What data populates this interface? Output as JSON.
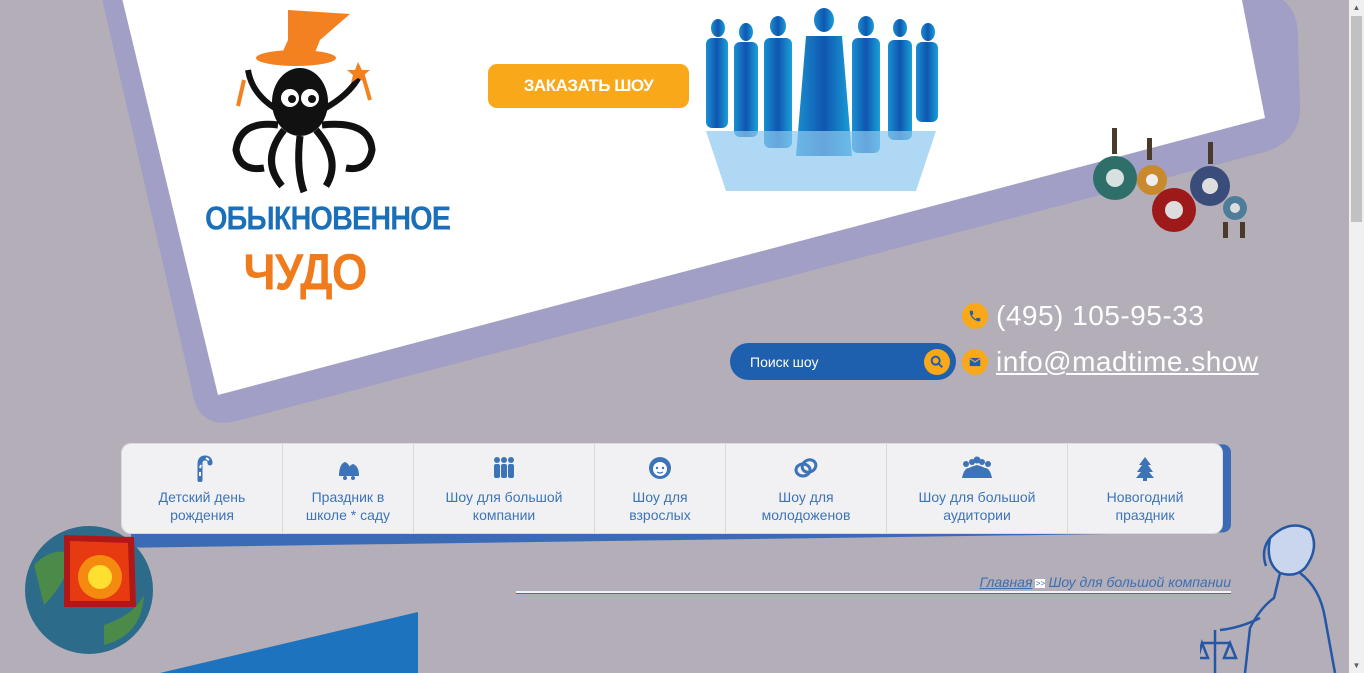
{
  "header": {
    "logo_line1": "ОБЫКНОВЕННОЕ",
    "logo_line2": "ЧУДО",
    "order_button": "ЗАКАЗАТЬ ШОУ",
    "phone": "(495) 105-95-33",
    "email": "info@madtime.show",
    "search_placeholder": "Поиск шоу"
  },
  "nav": {
    "items": [
      {
        "label": "Детский день рождения",
        "icon": "candy-cane-icon"
      },
      {
        "label": "Праздник в школе * саду",
        "icon": "bells-icon"
      },
      {
        "label": "Шоу для большой компании",
        "icon": "group-icon"
      },
      {
        "label": "Шоу для взрослых",
        "icon": "face-icon"
      },
      {
        "label": "Шоу для молодоженов",
        "icon": "rings-icon"
      },
      {
        "label": "Шоу для большой аудитории",
        "icon": "crowd-icon"
      },
      {
        "label": "Новогодний праздник",
        "icon": "christmas-tree-icon"
      }
    ]
  },
  "breadcrumb": {
    "home": "Главная",
    "current": "Шоу для большой компании"
  },
  "colors": {
    "background": "#b3aeb7",
    "accent_orange": "#f9a81a",
    "brand_blue": "#1e5fae",
    "nav_text": "#3d74b8"
  }
}
